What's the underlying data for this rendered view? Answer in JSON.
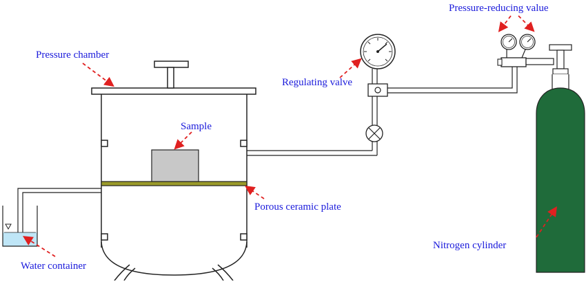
{
  "labels": {
    "pressure_chamber": "Pressure chamber",
    "sample": "Sample",
    "porous_plate": "Porous ceramic plate",
    "water_container": "Water container",
    "regulating_valve": "Regulating valve",
    "pressure_reducing": "Pressure-reducing value",
    "nitrogen_cylinder": "Nitrogen cylinder"
  },
  "colors": {
    "label_text": "#1a1adb",
    "arrow": "#e02020",
    "outline": "#222222",
    "sample_fill": "#c8c8c8",
    "plate_fill": "#9a9a2a",
    "water_fill": "#bfe6f7",
    "cylinder_fill": "#1f6b3a"
  }
}
